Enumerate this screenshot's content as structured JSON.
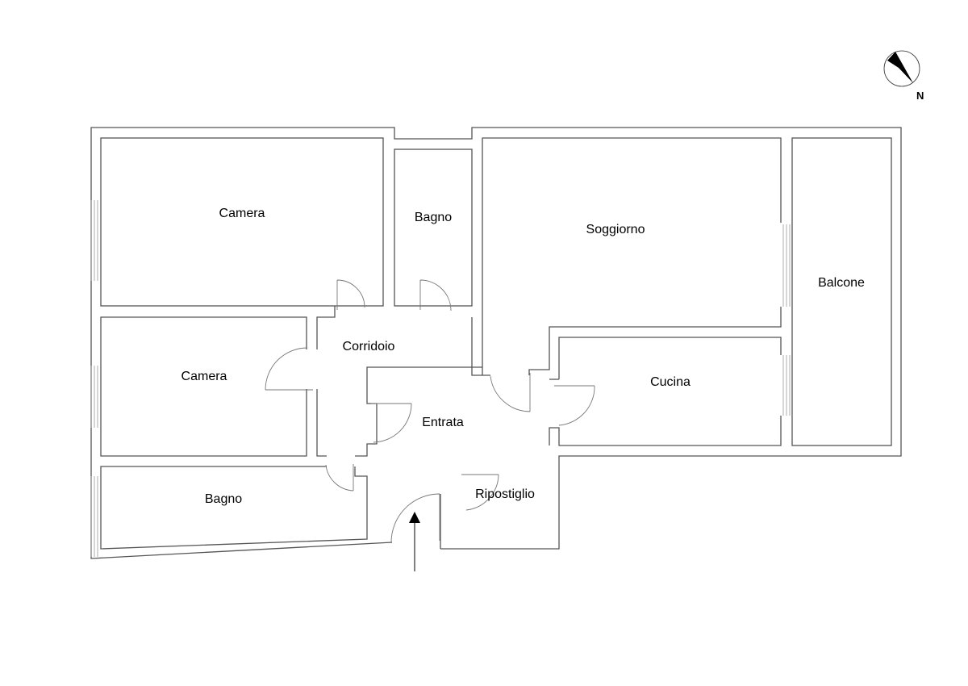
{
  "rooms": {
    "camera_top": "Camera",
    "bagno_top": "Bagno",
    "soggiorno": "Soggiorno",
    "balcone": "Balcone",
    "corridoio": "Corridoio",
    "camera_mid": "Camera",
    "cucina": "Cucina",
    "entrata": "Entrata",
    "bagno_bottom": "Bagno",
    "ripostiglio": "Ripostiglio"
  },
  "compass": {
    "label": "N"
  },
  "colors": {
    "wall": "#555555",
    "text": "#000000"
  }
}
